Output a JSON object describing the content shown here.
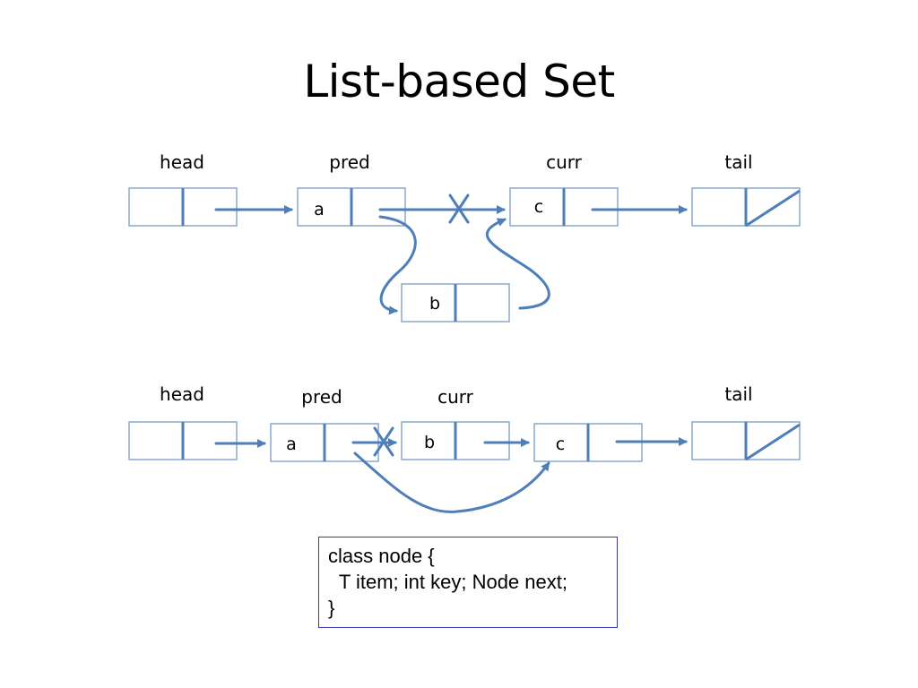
{
  "title": "List-based Set",
  "diagram_top": {
    "pointer_labels": {
      "head": "head",
      "pred": "pred",
      "curr": "curr",
      "tail": "tail"
    },
    "items": {
      "a": "a",
      "b": "b",
      "c": "c"
    }
  },
  "diagram_bottom": {
    "pointer_labels": {
      "head": "head",
      "pred": "pred",
      "curr": "curr",
      "tail": "tail"
    },
    "items": {
      "a": "a",
      "b": "b",
      "c": "c"
    }
  },
  "code": {
    "line1": "class node {",
    "line2": "  T item; int key; Node next;",
    "line3": "}"
  },
  "colors": {
    "arrow": "#4f7fb8",
    "node_border": "#8aa9cf",
    "code_border": "#3a3aa8"
  }
}
